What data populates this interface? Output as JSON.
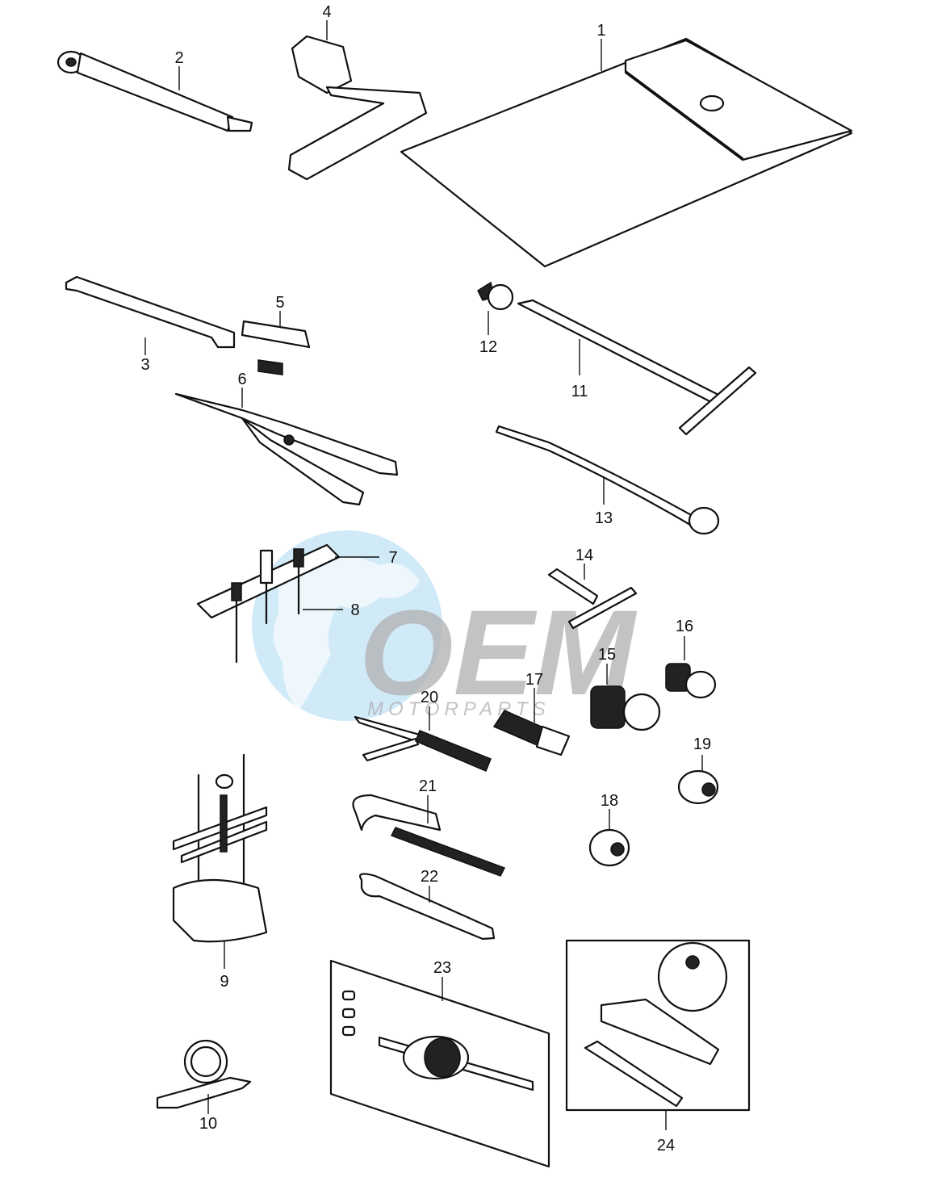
{
  "diagram": {
    "parts": [
      {
        "id": "p1",
        "label": "1"
      },
      {
        "id": "p2",
        "label": "2"
      },
      {
        "id": "p3",
        "label": "3"
      },
      {
        "id": "p4",
        "label": "4"
      },
      {
        "id": "p5",
        "label": "5"
      },
      {
        "id": "p6",
        "label": "6"
      },
      {
        "id": "p7",
        "label": "7"
      },
      {
        "id": "p8",
        "label": "8"
      },
      {
        "id": "p9",
        "label": "9"
      },
      {
        "id": "p10",
        "label": "10"
      },
      {
        "id": "p11",
        "label": "11"
      },
      {
        "id": "p12",
        "label": "12"
      },
      {
        "id": "p13",
        "label": "13"
      },
      {
        "id": "p14",
        "label": "14"
      },
      {
        "id": "p15",
        "label": "15"
      },
      {
        "id": "p16",
        "label": "16"
      },
      {
        "id": "p17",
        "label": "17"
      },
      {
        "id": "p18",
        "label": "18"
      },
      {
        "id": "p19",
        "label": "19"
      },
      {
        "id": "p20",
        "label": "20"
      },
      {
        "id": "p21",
        "label": "21"
      },
      {
        "id": "p22",
        "label": "22"
      },
      {
        "id": "p23",
        "label": "23"
      },
      {
        "id": "p24",
        "label": "24"
      }
    ]
  },
  "watermark": {
    "logo_text": "OEM",
    "sub_text": "MOTORPARTS",
    "globe_color": "#5bb4e6",
    "text_color": "#b0b0b0"
  }
}
